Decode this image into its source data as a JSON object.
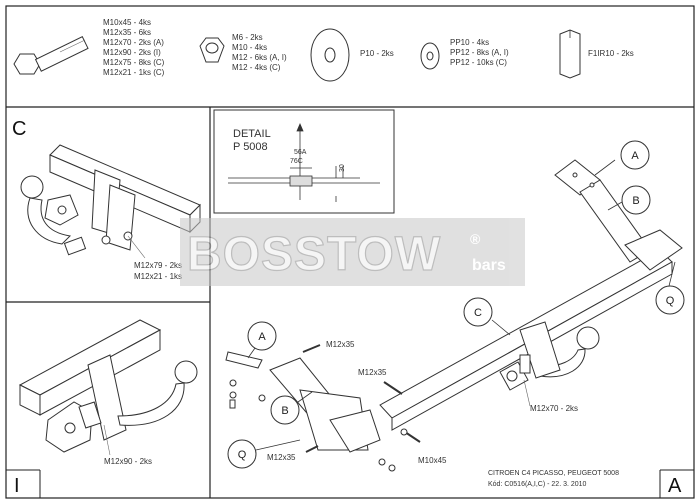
{
  "parts_header": {
    "bolt_specs": [
      "M10x45 - 4ks",
      "M12x35 - 6ks",
      "M12x70 - 2ks (A)",
      "M12x90 - 2ks (I)",
      "M12x75 - 8ks (C)",
      "M12x21 - 1ks (C)"
    ],
    "nut_specs": [
      "M6 - 2ks",
      "M10 - 4ks",
      "M12 - 6ks (A, I)",
      "M12 - 4ks (C)"
    ],
    "washer_large_spec": "P10 - 2ks",
    "washer_small_specs": [
      "PP10 - 4ks",
      "PP12 - 8ks (A, I)",
      "PP12 - 10ks (C)"
    ],
    "spacer_spec": "F1IR10 - 2ks"
  },
  "panel_c": {
    "corner_label": "C",
    "bolt_specs": [
      "M12x79 - 2ks",
      "M12x21 - 1ks"
    ]
  },
  "panel_i": {
    "corner_label": "I",
    "bolt_spec": "M12x90 - 2ks"
  },
  "detail": {
    "title": "DETAIL",
    "code": "P 5008",
    "dimension_a": "56A",
    "dimension_b": "76C",
    "dimension_c": "30"
  },
  "watermark": {
    "brand": "BOSSTOW",
    "suffix": "bars",
    "registered": "®"
  },
  "main_panel": {
    "corner_label": "A",
    "callouts": [
      "A",
      "B",
      "C",
      "Q"
    ],
    "bolt_labels": {
      "m12x35_left": "M12x35",
      "m12x35_right": "M12x35",
      "m12x70": "M12x70 - 2ks",
      "m12x35_bottom": "M12x35",
      "m10x45": "M10x45"
    },
    "vehicle": "CITROEN C4 PICASSO, PEUGEOT 5008",
    "code_line": "Kód: C0516(A,I,C) - 22. 3. 2010"
  }
}
